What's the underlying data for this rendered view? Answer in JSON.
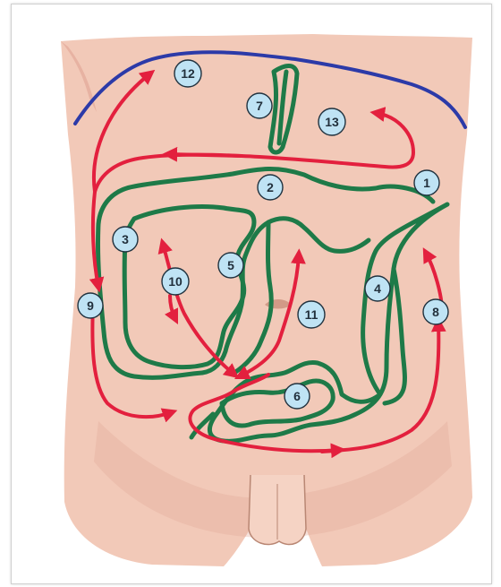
{
  "diagram": {
    "colors": {
      "skin": "#f2c9b8",
      "skin_shadow": "#e2a898",
      "outline": "#b98774",
      "diaphragm": "#2c3aa8",
      "path": "#1e7a48",
      "arrow": "#e3203e",
      "badge_fill": "#bfe3f4",
      "badge_stroke": "#20323f"
    },
    "labels": [
      {
        "id": "m1",
        "text": "1"
      },
      {
        "id": "m2",
        "text": "2"
      },
      {
        "id": "m3",
        "text": "3"
      },
      {
        "id": "m4",
        "text": "4"
      },
      {
        "id": "m5",
        "text": "5"
      },
      {
        "id": "m6",
        "text": "6"
      },
      {
        "id": "m7",
        "text": "7"
      },
      {
        "id": "m8",
        "text": "8"
      },
      {
        "id": "m9",
        "text": "9"
      },
      {
        "id": "m10",
        "text": "10"
      },
      {
        "id": "m11",
        "text": "11"
      },
      {
        "id": "m12",
        "text": "12"
      },
      {
        "id": "m13",
        "text": "13"
      }
    ]
  }
}
